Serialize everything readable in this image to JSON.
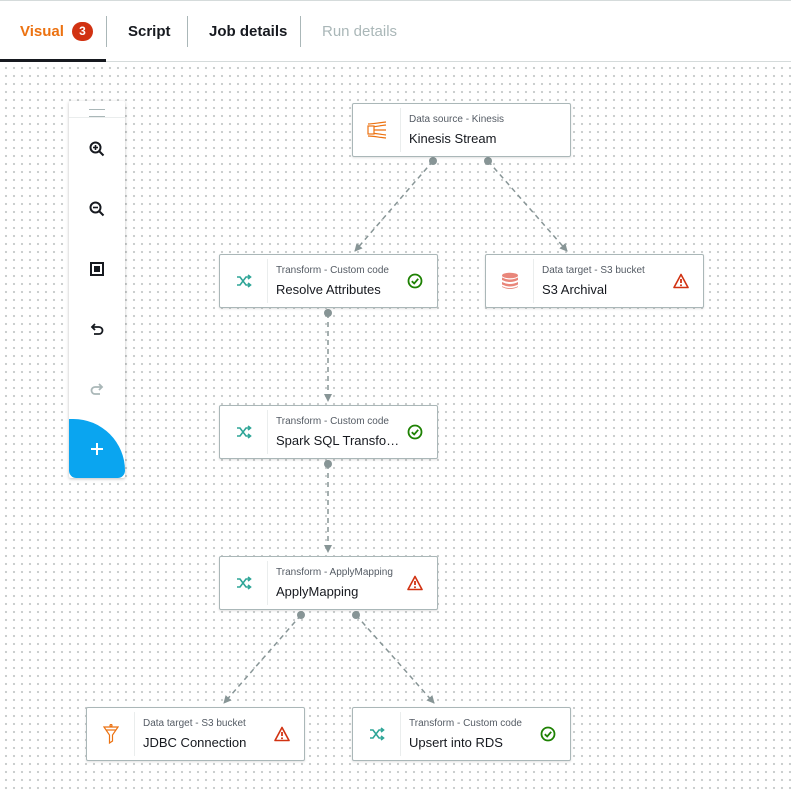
{
  "tabs": [
    {
      "label": "Visual",
      "badge": "3"
    },
    {
      "label": "Script"
    },
    {
      "label": "Job details"
    },
    {
      "label": "Run details"
    }
  ],
  "colors": {
    "accent": "#ec7211",
    "badge": "#d13212",
    "success": "#1d8102",
    "warning": "#d13212",
    "fab": "#0aa5f0",
    "transform_icon": "#2ea597"
  },
  "toolbar": {
    "buttons": [
      "zoom-in-icon",
      "zoom-out-icon",
      "fit-to-screen-icon",
      "undo-icon",
      "redo-icon"
    ],
    "add_button": "plus-icon"
  },
  "nodes": [
    {
      "id": "kinesis",
      "type": "Data source - Kinesis",
      "name": "Kinesis Stream",
      "icon": "kinesis-icon",
      "status": ""
    },
    {
      "id": "resolve",
      "type": "Transform - Custom code",
      "name": "Resolve Attributes",
      "icon": "shuffle-icon",
      "status": "success"
    },
    {
      "id": "s3archival",
      "type": "Data target - S3 bucket",
      "name": "S3 Archival",
      "icon": "s3-bucket-icon",
      "status": "warning"
    },
    {
      "id": "sparksql",
      "type": "Transform - Custom code",
      "name": "Spark SQL Transform...",
      "icon": "shuffle-icon",
      "status": "success"
    },
    {
      "id": "applymapping",
      "type": "Transform - ApplyMapping",
      "name": "ApplyMapping",
      "icon": "shuffle-icon",
      "status": "warning"
    },
    {
      "id": "jdbc",
      "type": "Data target - S3 bucket",
      "name": "JDBC Connection",
      "icon": "filter-icon",
      "status": "warning"
    },
    {
      "id": "upsert",
      "type": "Transform - Custom code",
      "name": "Upsert into RDS",
      "icon": "shuffle-icon",
      "status": "success"
    }
  ]
}
